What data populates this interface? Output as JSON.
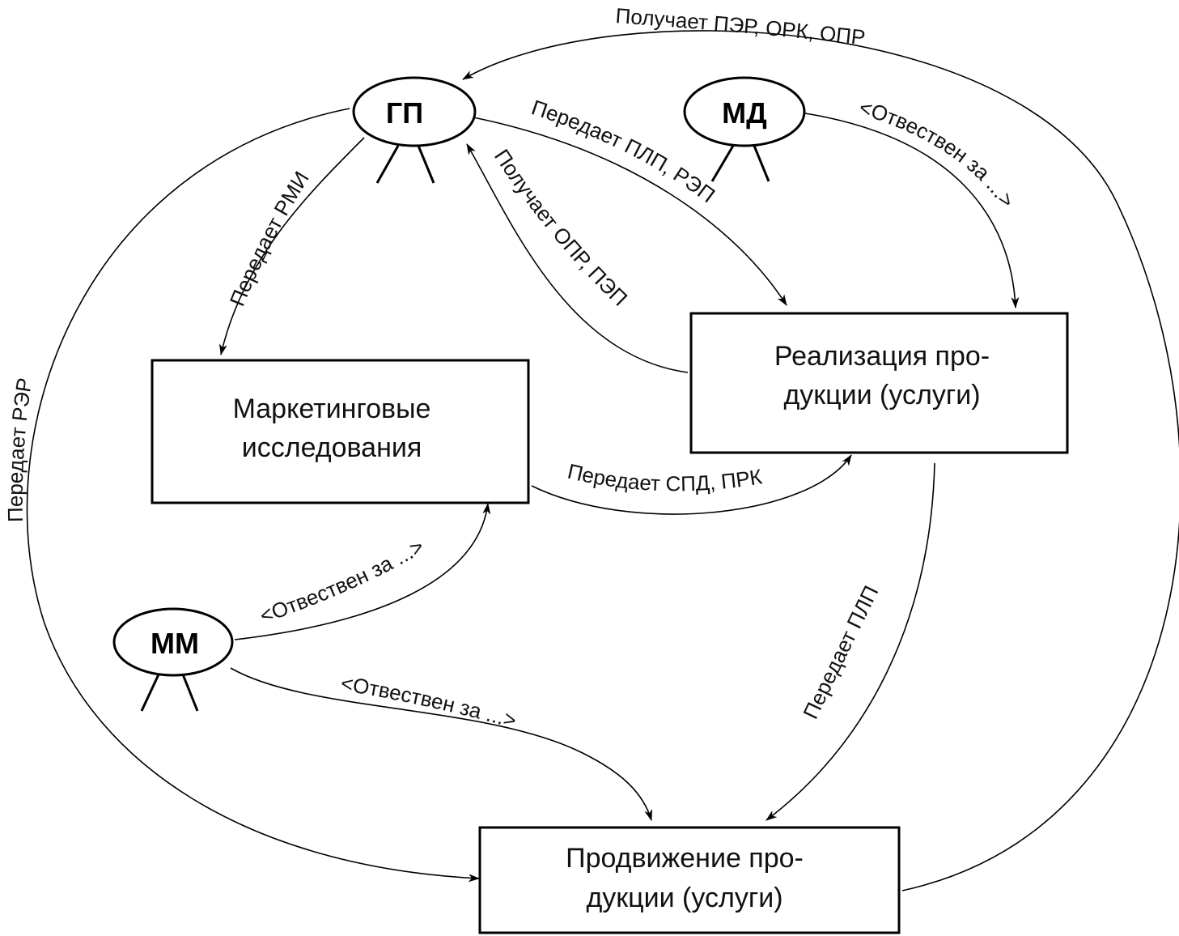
{
  "diagram": {
    "boxes": {
      "marketing": {
        "lines": [
          "Маркетинговые",
          "исследования"
        ]
      },
      "sales": {
        "lines": [
          "Реализация про-",
          "дукции (услуги)"
        ]
      },
      "promotion": {
        "lines": [
          "Продвижение про-",
          "дукции (услуги)"
        ]
      }
    },
    "actors": {
      "gp": "ГП",
      "md": "МД",
      "mm": "ММ"
    },
    "flows": {
      "gp_receives_top": "Получает  ПЭР, ОРК, ОПР",
      "gp_sends_rmi": "Передает РМИ",
      "gp_sends_plp_rep": "Передает ПЛП, РЭП",
      "gp_receives_opr_pep": "Получает ОПР, ПЭП",
      "gp_sends_rer": "Передает РЭР",
      "md_responsible": "<Отвествен за ...>",
      "marketing_sends_spd_prk": "Передает СПД, ПРК",
      "sales_sends_plp": "Передает ПЛП",
      "mm_responsible_marketing": "<Отвествен за ...>",
      "mm_responsible_promotion": "<Отвествен за ...>"
    }
  }
}
